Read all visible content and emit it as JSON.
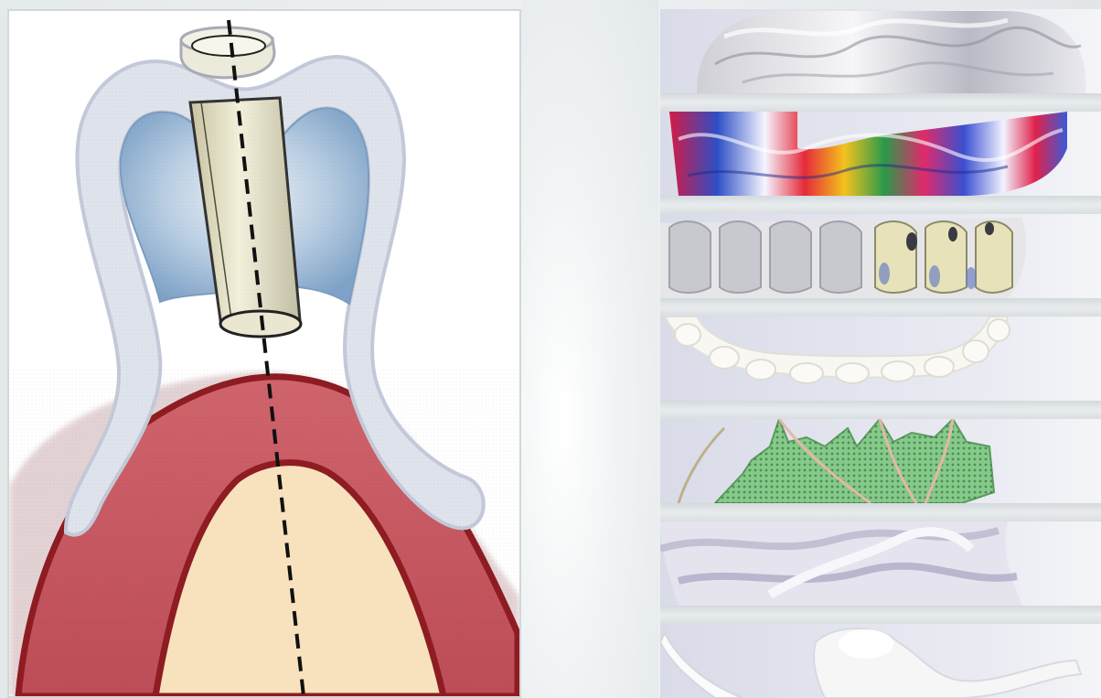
{
  "figure": {
    "left_panel": {
      "parts": [
        "splint-tray",
        "tooth-crown",
        "guide-sleeve",
        "drill-axis-line",
        "gingiva",
        "alveolar-bone"
      ]
    },
    "material_strips": [
      {
        "name": "strip-clear-marbled-splint"
      },
      {
        "name": "strip-rainbow-splint"
      },
      {
        "name": "strip-clear-tooth-splint"
      },
      {
        "name": "strip-white-arch-splint"
      },
      {
        "name": "strip-green-leaf-splint"
      },
      {
        "name": "strip-clear-lavender-splint"
      },
      {
        "name": "strip-white-bar-splint"
      }
    ],
    "colors": {
      "gingiva": "#c5545e",
      "gingiva_edge": "#8e1c22",
      "bone": "#f7e2bd",
      "tray": "#dfe3ec",
      "crown": "#a9c3dd",
      "sleeve": "#ecebd2",
      "background": "#e8ecee"
    }
  }
}
